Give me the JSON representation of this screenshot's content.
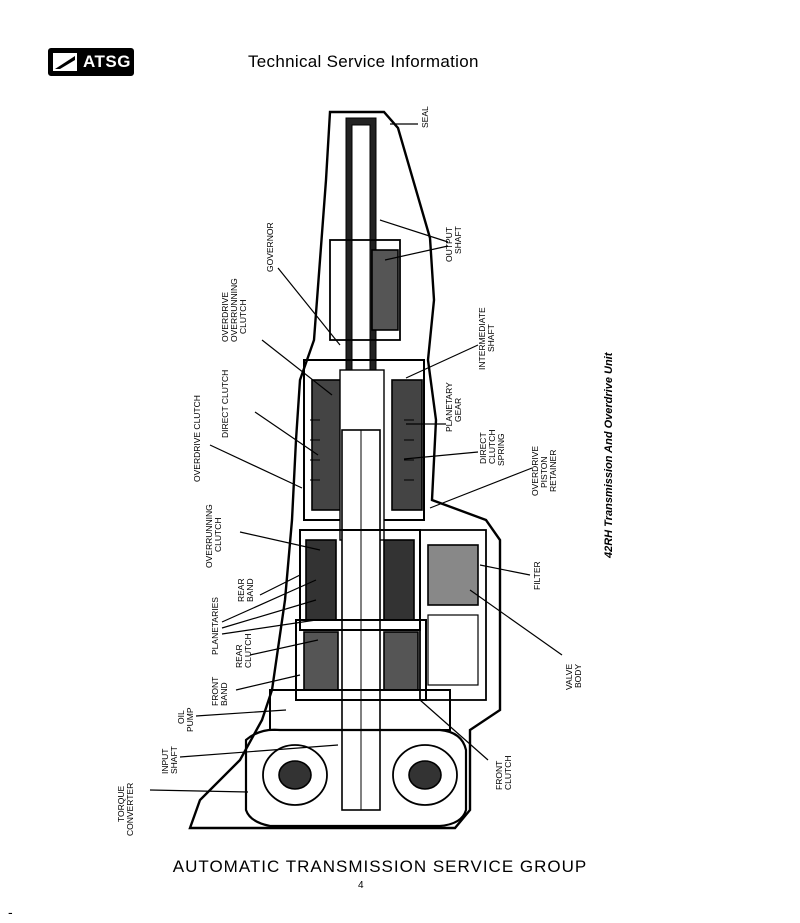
{
  "header": {
    "logo_text": "ATSG",
    "title": "Technical Service Information"
  },
  "figure": {
    "caption": "42RH Transmission And Overdrive Unit",
    "labels": {
      "seal": "SEAL",
      "output_shaft": [
        "OUTPUT",
        "SHAFT"
      ],
      "governor": "GOVERNOR",
      "overdrive_overrunning_clutch": [
        "OVERDRIVE",
        "OVERRUNNING",
        "CLUTCH"
      ],
      "intermediate_shaft": [
        "INTERMEDIATE",
        "SHAFT"
      ],
      "direct_clutch": "DIRECT CLUTCH",
      "planetary_gear": [
        "PLANETARY",
        "GEAR"
      ],
      "overdrive_clutch": "OVERDRIVE CLUTCH",
      "direct_clutch_spring": [
        "DIRECT",
        "CLUTCH",
        "SPRING"
      ],
      "overdrive_piston_retainer": [
        "OVERDRIVE",
        "PISTON",
        "RETAINER"
      ],
      "overrunning_clutch": [
        "OVERRUNNING",
        "CLUTCH"
      ],
      "rear_band": [
        "REAR",
        "BAND"
      ],
      "filter": "FILTER",
      "planetaries": "PLANETARIES",
      "rear_clutch": [
        "REAR",
        "CLUTCH"
      ],
      "front_band": [
        "FRONT",
        "BAND"
      ],
      "valve_body": [
        "VALVE",
        "BODY"
      ],
      "oil_pump": [
        "OIL",
        "PUMP"
      ],
      "input_shaft": [
        "INPUT",
        "SHAFT"
      ],
      "front_clutch": [
        "FRONT",
        "CLUTCH"
      ],
      "torque_converter": [
        "TORQUE",
        "CONVERTER"
      ]
    }
  },
  "footer": {
    "title": "AUTOMATIC TRANSMISSION SERVICE GROUP",
    "page_number": "4",
    "margin_mark": "-"
  }
}
